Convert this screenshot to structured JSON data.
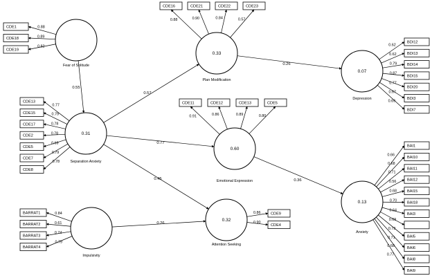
{
  "latents": [
    {
      "id": "fear_of_solitude",
      "name": "Fear of Solitude",
      "r2": ""
    },
    {
      "id": "plan_modification",
      "name": "Plan Modification",
      "r2": "0.33"
    },
    {
      "id": "depression",
      "name": "Depression",
      "r2": "0.07"
    },
    {
      "id": "separation_anxiety",
      "name": "Separation Anxiety",
      "r2": "0.31"
    },
    {
      "id": "emotional_expression",
      "name": "Emotional Expression",
      "r2": "0.60"
    },
    {
      "id": "anxiety",
      "name": "Anxiety",
      "r2": "0.13"
    },
    {
      "id": "impulsivity",
      "name": "Impulsivity",
      "r2": ""
    },
    {
      "id": "attention_seeking",
      "name": "Attention Seeking",
      "r2": "0.32"
    }
  ],
  "indicators": {
    "fear_of_solitude": [
      {
        "label": "CDE1",
        "loading": "0.88"
      },
      {
        "label": "CDE18",
        "loading": "0.89"
      },
      {
        "label": "CDE19",
        "loading": "0.82"
      }
    ],
    "plan_modification": [
      {
        "label": "CDE16",
        "loading": "0.88"
      },
      {
        "label": "CDE21",
        "loading": "0.90"
      },
      {
        "label": "CDE22",
        "loading": "0.84"
      },
      {
        "label": "CDE23",
        "loading": "0.57"
      }
    ],
    "depression": [
      {
        "label": "BDI12",
        "loading": "0.62"
      },
      {
        "label": "BDI13",
        "loading": "0.62"
      },
      {
        "label": "BDI14",
        "loading": "0.79"
      },
      {
        "label": "BDI15",
        "loading": "0.87"
      },
      {
        "label": "BDI20",
        "loading": "0.77"
      },
      {
        "label": "BDI3",
        "loading": "0.67"
      },
      {
        "label": "BDI7",
        "loading": "0.69"
      }
    ],
    "separation_anxiety": [
      {
        "label": "CDE13",
        "loading": "0.77"
      },
      {
        "label": "CDE15",
        "loading": "0.79"
      },
      {
        "label": "CDE17",
        "loading": "0.78"
      },
      {
        "label": "CDE2",
        "loading": "0.78"
      },
      {
        "label": "CDE5",
        "loading": "0.69"
      },
      {
        "label": "CDE7",
        "loading": "0.79"
      },
      {
        "label": "CDE8",
        "loading": "0.78"
      }
    ],
    "emotional_expression": [
      {
        "label": "CDE11",
        "loading": "0.91"
      },
      {
        "label": "CDE12",
        "loading": "0.86"
      },
      {
        "label": "CDE13",
        "loading": "0.89"
      },
      {
        "label": "CDE5",
        "loading": "0.80"
      }
    ],
    "anxiety": [
      {
        "label": "BAI1",
        "loading": "0.66"
      },
      {
        "label": "BAI10",
        "loading": "0.68"
      },
      {
        "label": "BAI11",
        "loading": "0.71"
      },
      {
        "label": "BAI12",
        "loading": "0.56"
      },
      {
        "label": "BAI15",
        "loading": "0.68"
      },
      {
        "label": "BAI18",
        "loading": "0.70"
      },
      {
        "label": "BAI3",
        "loading": "0.64"
      },
      {
        "label": "",
        "loading": "0.69"
      },
      {
        "label": "BAI5",
        "loading": "0.73"
      },
      {
        "label": "BAI6",
        "loading": "0.71"
      },
      {
        "label": "BAI8",
        "loading": "0.68"
      },
      {
        "label": "BAI9",
        "loading": "0.77"
      }
    ],
    "impulsivity": [
      {
        "label": "BARRAT1",
        "loading": "0.84"
      },
      {
        "label": "BARRAT2",
        "loading": "0.61"
      },
      {
        "label": "BARRAT3",
        "loading": "0.74"
      },
      {
        "label": "BARRAT4",
        "loading": "0.79"
      }
    ],
    "attention_seeking": [
      {
        "label": "CDE9",
        "loading": "0.86"
      },
      {
        "label": "CDE4",
        "loading": "0.90"
      }
    ]
  },
  "paths": [
    {
      "from": "fear_of_solitude",
      "to": "separation_anxiety",
      "coef": "0.55"
    },
    {
      "from": "separation_anxiety",
      "to": "plan_modification",
      "coef": "0.57"
    },
    {
      "from": "plan_modification",
      "to": "depression",
      "coef": "0.26"
    },
    {
      "from": "separation_anxiety",
      "to": "emotional_expression",
      "coef": "0.77"
    },
    {
      "from": "emotional_expression",
      "to": "anxiety",
      "coef": "0.36"
    },
    {
      "from": "separation_anxiety",
      "to": "attention_seeking",
      "coef": "0.45"
    },
    {
      "from": "impulsivity",
      "to": "attention_seeking",
      "coef": "0.26"
    }
  ]
}
